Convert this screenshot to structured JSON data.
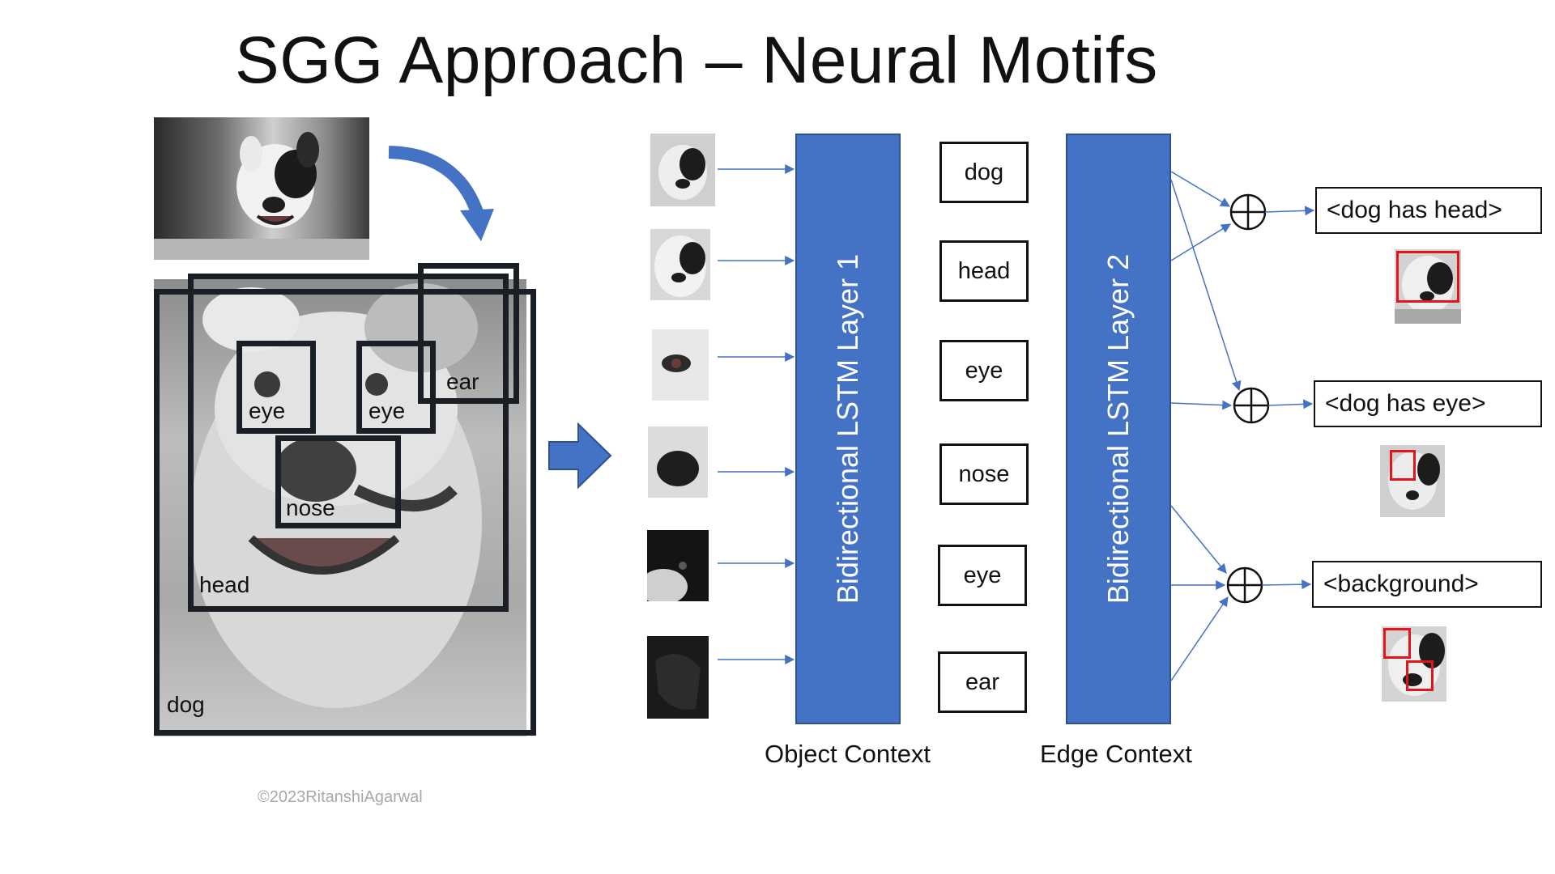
{
  "title": "SGG Approach – Neural Motifs",
  "credit": "©2023RitanshiAgarwal",
  "bbox_labels": {
    "eye_left": "eye",
    "eye_right": "eye",
    "ear": "ear",
    "nose": "nose",
    "head": "head",
    "dog": "dog"
  },
  "layers": {
    "layer1": "Bidirectional LSTM Layer 1",
    "layer2": "Bidirectional LSTM Layer 2"
  },
  "object_labels": [
    "dog",
    "head",
    "eye",
    "nose",
    "eye",
    "ear"
  ],
  "context_labels": {
    "object": "Object Context",
    "edge": "Edge Context"
  },
  "relations": [
    "<dog has head>",
    "<dog has eye>",
    "<background>"
  ],
  "colors": {
    "lstm_fill": "#4472c4",
    "arrow": "#4472c4",
    "highlight_box": "#e0161b",
    "bbox_stroke": "#1a1f26"
  },
  "icons": {
    "curved_arrow": "curved-arrow-icon",
    "right_arrow": "block-right-arrow-icon",
    "combine": "circle-plus-icon"
  }
}
